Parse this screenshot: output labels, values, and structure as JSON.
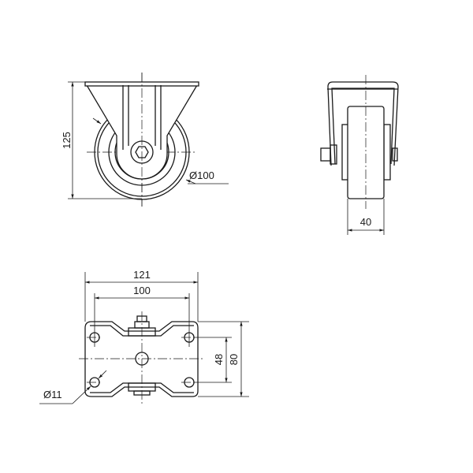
{
  "drawing": {
    "side_view": {
      "height_label": "125",
      "wheel_diameter_label": "Ø100"
    },
    "front_view": {
      "wheel_width_label": "40"
    },
    "plate_view": {
      "plate_length_label": "121",
      "hole_spacing_length_label": "100",
      "hole_spacing_width_label": "48",
      "plate_width_label": "80",
      "hole_diameter_label": "Ø11"
    }
  }
}
